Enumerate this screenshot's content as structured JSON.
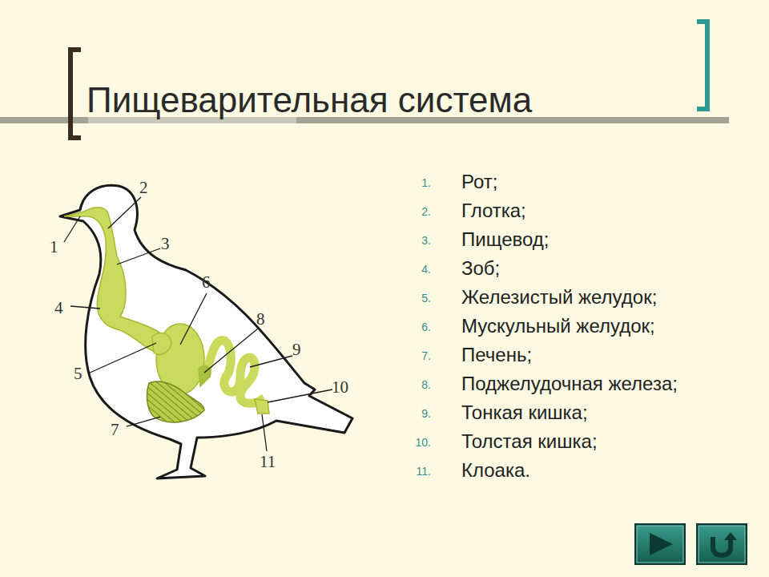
{
  "diagram": {
    "title": "Пищеварительная система",
    "labels": [
      "1",
      "2",
      "3",
      "4",
      "5",
      "6",
      "7",
      "8",
      "9",
      "10",
      "11",
      "1.",
      "Рот;",
      "2.",
      "Глотка;",
      "3.",
      "Пищевод;",
      "4.",
      "Зоб;",
      "5.",
      "Железистый желудок;",
      "6.",
      "Мускульный желудок;",
      "7.",
      "Печень;",
      "8.",
      "Поджелудочная железа;",
      "9.",
      "Тонкая кишка;",
      "10.",
      "Толстая кишка;",
      "11.",
      "Клоака."
    ]
  }
}
